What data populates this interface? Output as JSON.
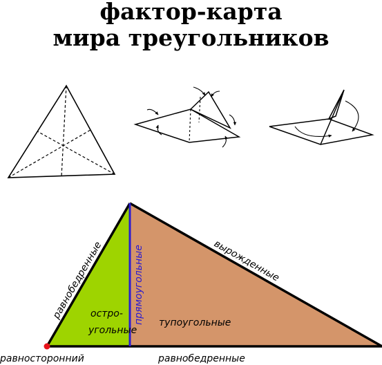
{
  "title": {
    "line1": "фактор-карта",
    "line2": "мира треугольников"
  },
  "labels": {
    "isosceles_left": "равнобедренные",
    "right": "прямоугольные",
    "degenerate": "вырожденные",
    "acute_line1": "остро-",
    "acute_line2": "угольные",
    "obtuse": "тупоугольные",
    "equilateral": "равносторонний",
    "isosceles_bottom": "равнобедренные"
  },
  "colors": {
    "acute_region": "#9ed400",
    "obtuse_region": "#d4956a",
    "right_line": "#2a1bd0",
    "equilateral_point": "#e8141c"
  }
}
